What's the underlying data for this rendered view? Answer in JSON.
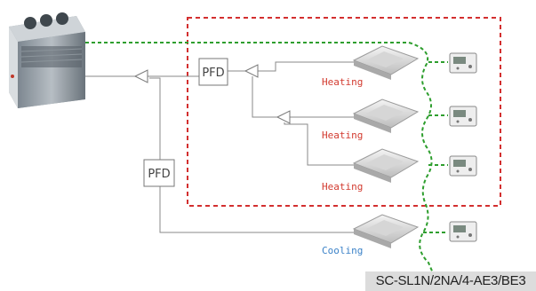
{
  "diagram": {
    "pfd_main_label": "PFD",
    "pfd_branch_label": "PFD",
    "units": [
      {
        "mode": "Heating",
        "mode_color": "#d23a2f"
      },
      {
        "mode": "Heating",
        "mode_color": "#d23a2f"
      },
      {
        "mode": "Heating",
        "mode_color": "#d23a2f"
      },
      {
        "mode": "Cooling",
        "mode_color": "#3b82c8"
      }
    ],
    "zone_border_color": "#d32f2f",
    "signal_line_color": "#2e9e2e",
    "refrigerant_line_color": "#8a8a8a",
    "caption": "SC-SL1N/2NA/4-AE3/BE3"
  }
}
